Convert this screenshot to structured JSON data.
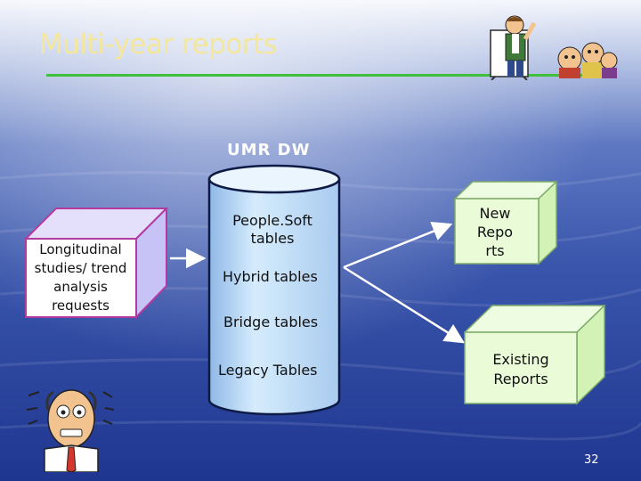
{
  "slide": {
    "title": "Multi-year reports",
    "page_number": "32"
  },
  "warehouse": {
    "label": "UMR DW",
    "tables": [
      "People.Soft tables",
      "Hybrid tables",
      "Bridge tables",
      "Legacy Tables"
    ]
  },
  "source_box": {
    "text": "Longitudinal studies/ trend analysis requests"
  },
  "outputs": {
    "new_reports": "New Repo rts",
    "existing_reports": "Existing Reports"
  },
  "colors": {
    "title": "#f4e79a",
    "rule": "#3fbf3c",
    "box_front": "#ffffff",
    "box_side": "#c8c3f6",
    "box_border": "#b23aa0",
    "output_front": "#e9fbd7",
    "output_side": "#d2f2b6",
    "cylinder": "#c4e3fb"
  },
  "icons": [
    "teacher-clipart-icon",
    "audience-clipart-icon",
    "worried-man-clipart-icon"
  ]
}
